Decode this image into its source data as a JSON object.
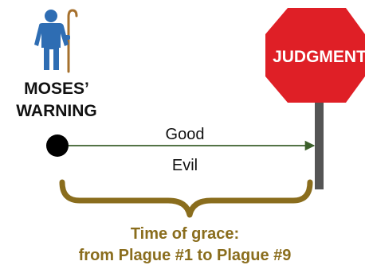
{
  "warning": {
    "line1": "MOSES’",
    "line2": "WARNING"
  },
  "sign": {
    "label": "JUDGMENT",
    "color": "#df1f26"
  },
  "timeline": {
    "upper_label": "Good",
    "lower_label": "Evil",
    "line_color": "#3c5f2b"
  },
  "grace": {
    "line1": "Time of grace:",
    "line2": "from Plague #1 to Plague #9",
    "color": "#8a6d1d"
  },
  "icons": {
    "figure": "person-with-staff-icon",
    "stop_sign": "stop-sign-icon"
  }
}
